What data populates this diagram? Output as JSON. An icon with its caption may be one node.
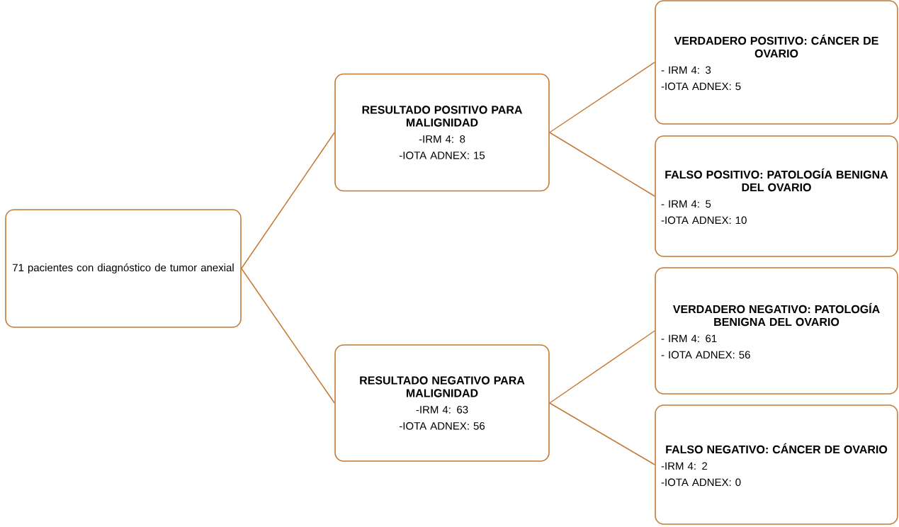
{
  "diagram": {
    "nodes": [
      {
        "text": [
          "71 pacientes con diagnóstico de tumor anexial"
        ]
      },
      {
        "text": [
          "RESULTADO POSITIVO PARA MALIGNIDAD",
          "-IRM 4: 8",
          "-IOTA ADNEX: 15"
        ]
      },
      {
        "text": [
          "RESULTADO NEGATIVO PARA MALIGNIDAD",
          "-IRM 4: 63",
          "-IOTA ADNEX: 56"
        ]
      },
      {
        "text": [
          "VERDADERO POSITIVO: CÁNCER DE OVARIO",
          "- IRM 4: 3",
          "-IOTA ADNEX: 5"
        ]
      },
      {
        "text": [
          "FALSO POSITIVO: PATOLOGÍA BENIGNA DEL OVARIO",
          "- IRM 4: 5",
          "-IOTA ADNEX: 10"
        ]
      },
      {
        "text": [
          "VERDADERO NEGATIVO: PATOLOGÍA BENIGNA DEL OVARIO",
          "- IRM 4: 61",
          "- IOTA ADNEX: 56"
        ]
      },
      {
        "text": [
          "FALSO NEGATIVO: CÁNCER DE OVARIO",
          "-IRM 4: 2",
          "-IOTA ADNEX: 0"
        ]
      }
    ],
    "edges": [
      {
        "from": 0,
        "to": 1,
        "arrow": "none"
      },
      {
        "from": 0,
        "to": 2,
        "arrow": "none"
      },
      {
        "from": 1,
        "to": 3,
        "arrow": "none"
      },
      {
        "from": 1,
        "to": 4,
        "arrow": "none"
      },
      {
        "from": 2,
        "to": 5,
        "arrow": "none"
      },
      {
        "from": 2,
        "to": 6,
        "arrow": "none"
      }
    ]
  }
}
